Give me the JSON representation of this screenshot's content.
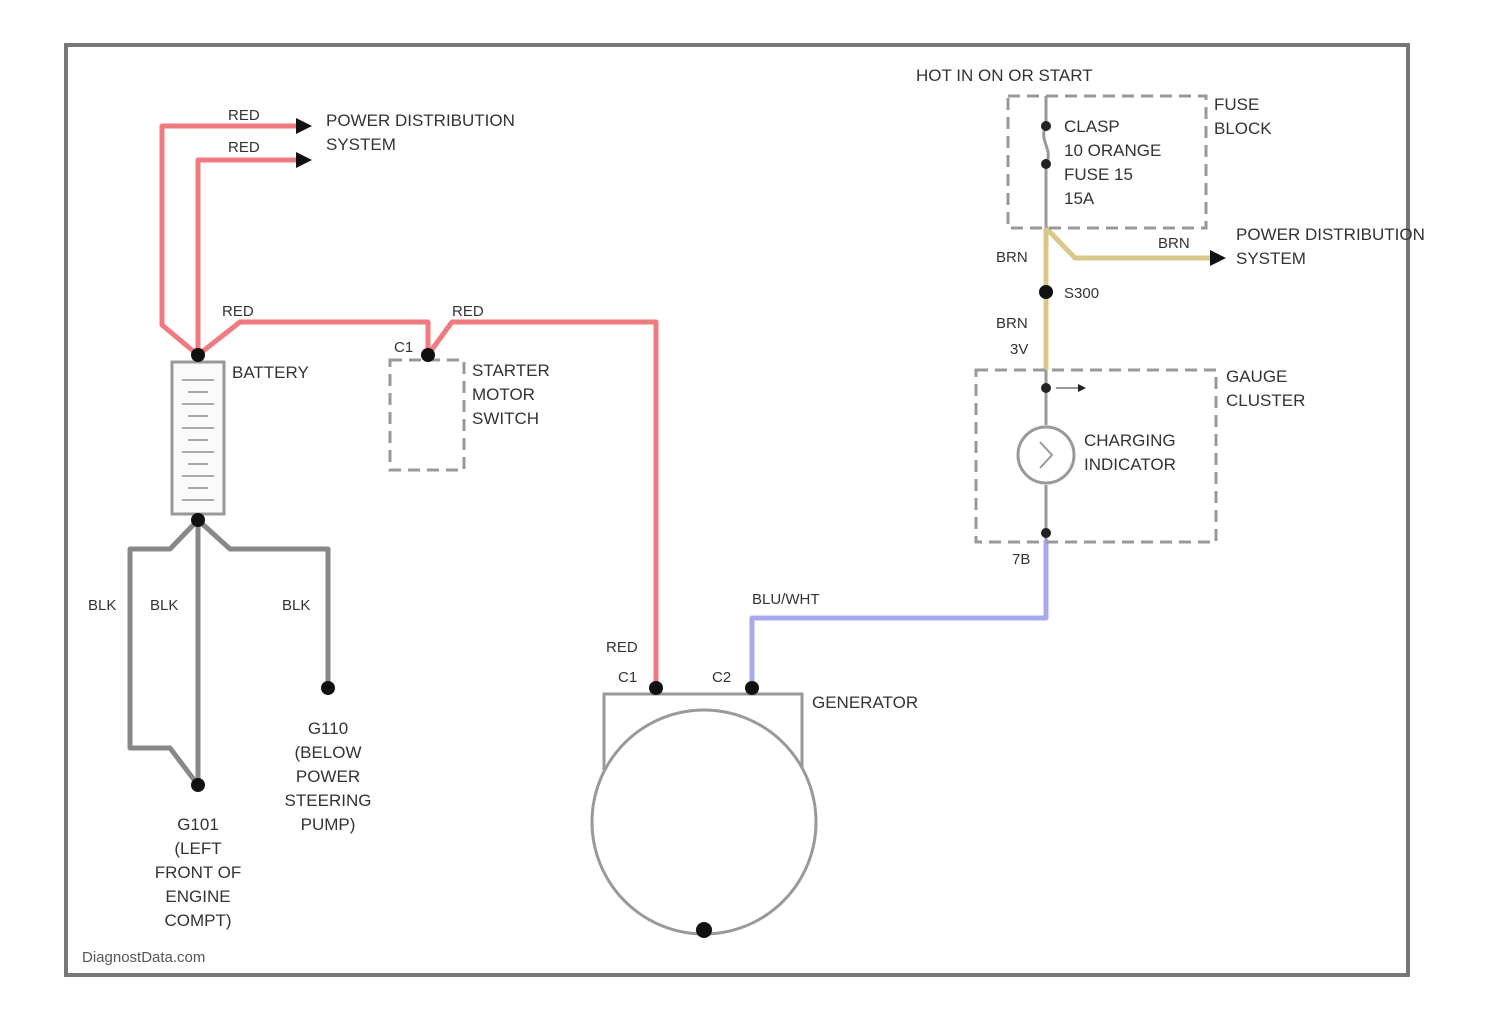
{
  "colors": {
    "red_wire": "#f07a80",
    "black_wire": "#888888",
    "brown_wire": "#d8c88a",
    "blue_wire": "#a8a8ee",
    "border": "#777777",
    "node": "#111111"
  },
  "labels": {
    "hot_in": "HOT IN ON OR START",
    "fuse_block": [
      "FUSE",
      "BLOCK"
    ],
    "fuse_detail": [
      "CLASP",
      "10 ORANGE",
      "FUSE 15",
      "15A"
    ],
    "pds_top": [
      "POWER DISTRIBUTION",
      "SYSTEM"
    ],
    "pds_right": [
      "POWER DISTRIBUTION",
      "SYSTEM"
    ],
    "wire_red_1": "RED",
    "wire_red_2": "RED",
    "wire_red_3": "RED",
    "wire_red_4": "RED",
    "wire_red_5": "RED",
    "battery": "BATTERY",
    "starter_connector": "C1",
    "starter": [
      "STARTER",
      "MOTOR",
      "SWITCH"
    ],
    "wire_brn_1": "BRN",
    "wire_brn_2": "BRN",
    "wire_brn_3": "BRN",
    "splice": "S300",
    "pin_top": "3V",
    "gauge_cluster": [
      "GAUGE",
      "CLUSTER"
    ],
    "charging_indicator": [
      "CHARGING",
      "INDICATOR"
    ],
    "pin_bottom": "7B",
    "wire_blu_wht": "BLU/WHT",
    "wire_blk_1": "BLK",
    "wire_blk_2": "BLK",
    "wire_blk_3": "BLK",
    "gen_c1": "C1",
    "gen_c2": "C2",
    "generator": "GENERATOR",
    "ground_g110": [
      "G110",
      "(BELOW",
      "POWER",
      "STEERING",
      "PUMP)"
    ],
    "ground_g101": [
      "G101",
      "(LEFT",
      "FRONT OF",
      "ENGINE",
      "COMPT)"
    ],
    "watermark": "DiagnostData.com"
  }
}
